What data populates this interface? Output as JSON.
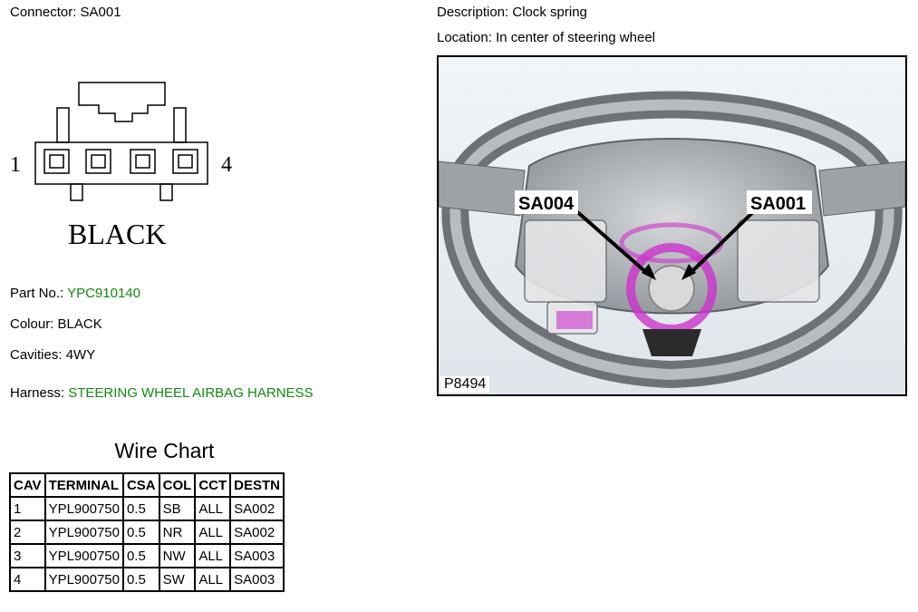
{
  "header": {
    "connector_label": "Connector:",
    "connector_value": "SA001",
    "description_label": "Description:",
    "description_value": "Clock spring",
    "location_label": "Location:",
    "location_value": "In center of steering wheel"
  },
  "connector_drawing": {
    "pin_left": "1",
    "pin_right": "4",
    "colour_caption": "BLACK"
  },
  "details": {
    "part_no_label": "Part No.:",
    "part_no_value": "YPC910140",
    "colour_label": "Colour:",
    "colour_value": "BLACK",
    "cavities_label": "Cavities:",
    "cavities_value": "4WY",
    "harness_label": "Harness:",
    "harness_value": "STEERING WHEEL AIRBAG HARNESS"
  },
  "wire_chart": {
    "title": "Wire Chart",
    "columns": [
      "CAV",
      "TERMINAL",
      "CSA",
      "COL",
      "CCT",
      "DESTN"
    ],
    "rows": [
      [
        "1",
        "YPL900750",
        "0.5",
        "SB",
        "ALL",
        "SA002"
      ],
      [
        "2",
        "YPL900750",
        "0.5",
        "NR",
        "ALL",
        "SA002"
      ],
      [
        "3",
        "YPL900750",
        "0.5",
        "NW",
        "ALL",
        "SA003"
      ],
      [
        "4",
        "YPL900750",
        "0.5",
        "SW",
        "ALL",
        "SA003"
      ]
    ]
  },
  "photo": {
    "callout_left": "SA004",
    "callout_right": "SA001",
    "reference": "P8494",
    "highlight_color": "#cc33cc"
  },
  "colors": {
    "link_green": "#118a11"
  }
}
